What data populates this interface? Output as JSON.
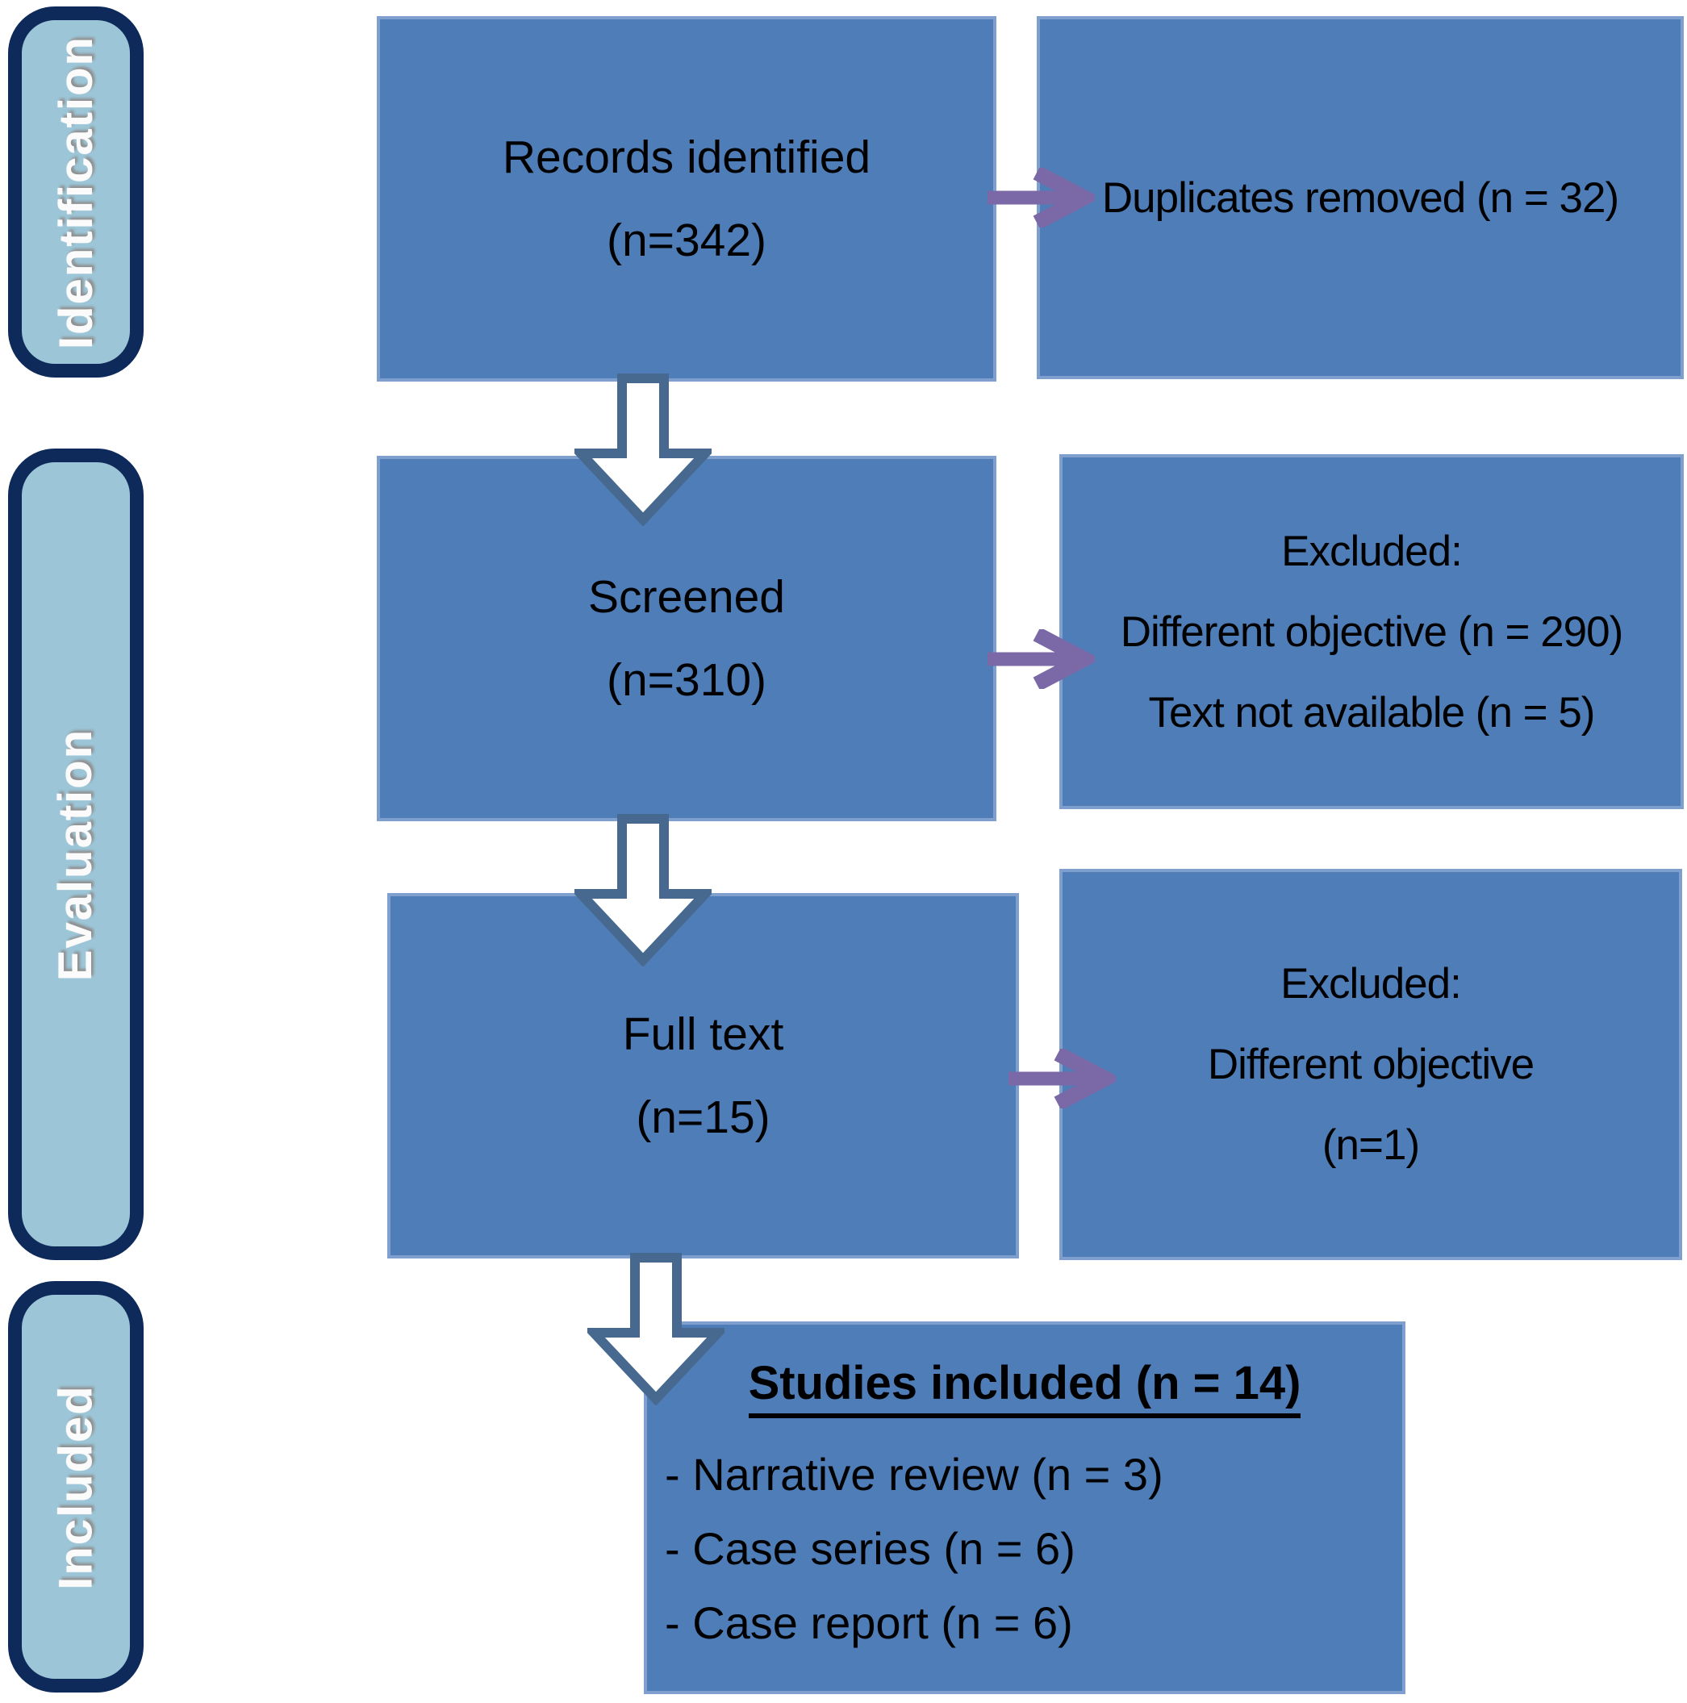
{
  "sidebar": {
    "stages": [
      {
        "label": "Identification"
      },
      {
        "label": "Evaluation"
      },
      {
        "label": "Included"
      }
    ]
  },
  "flow": {
    "records": {
      "lines": [
        "Records identified",
        "(n=342)"
      ]
    },
    "duplicates": {
      "lines": [
        "Duplicates removed (n = 32)"
      ]
    },
    "screened": {
      "lines": [
        "Screened",
        "(n=310)"
      ]
    },
    "excluded_screening": {
      "lines": [
        "Excluded:",
        "Different objective (n = 290)",
        "Text not available (n = 5)"
      ]
    },
    "full_text": {
      "lines": [
        "Full text",
        "(n=15)"
      ]
    },
    "excluded_full_text": {
      "lines": [
        "Excluded:",
        "Different objective",
        "(n=1)"
      ]
    },
    "included": {
      "title": "Studies included (n = 14)",
      "items": [
        "- Narrative review (n = 3)",
        "- Case series (n = 6)",
        "- Case report (n = 6)"
      ]
    }
  },
  "colors": {
    "box_fill": "#4E7DB8",
    "box_edge": "#7FA0CE",
    "arrow_purple": "#7B68A6",
    "down_arrow_fill": "#FFFFFF",
    "down_arrow_outline": "#47698F",
    "sidebar_fill": "#9CC6D8",
    "sidebar_border": "#0E2A5A",
    "text": "#000000",
    "background": "#FFFFFF"
  }
}
